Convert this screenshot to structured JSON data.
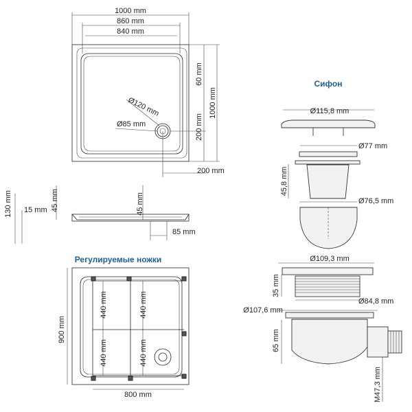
{
  "headers": {
    "siphon": "Сифон",
    "legs": "Регулируемые ножки"
  },
  "tray_top": {
    "width_outer": "1000 mm",
    "width_mid": "860 mm",
    "width_inner": "840 mm",
    "right_60": "60 mm",
    "right_1000": "1000 mm",
    "right_200": "200 mm",
    "drain_outer": "Ø120 mm",
    "drain_inner": "Ø85 mm",
    "bottom_200": "200 mm"
  },
  "tray_side": {
    "h130": "130 mm",
    "h15": "15 mm",
    "h45_left": "45 mm",
    "h45_right": "45 mm",
    "w85": "85 mm"
  },
  "legs_view": {
    "h900": "900 mm",
    "upper_left": "440 mm",
    "upper_right": "440 mm",
    "lower_left": "440 mm",
    "lower_right": "440 mm",
    "w800": "800 mm"
  },
  "siphon": {
    "cap": "Ø115,8 mm",
    "d77": "Ø77 mm",
    "h45_8": "45,8 mm",
    "d76_5": "Ø76,5 mm",
    "d109_3": "Ø109,3 mm",
    "h35": "35 mm",
    "d84_8": "Ø84,8 mm",
    "d107_6": "Ø107,6 mm",
    "h65": "65 mm",
    "m47_3": "M47,3 mm"
  }
}
